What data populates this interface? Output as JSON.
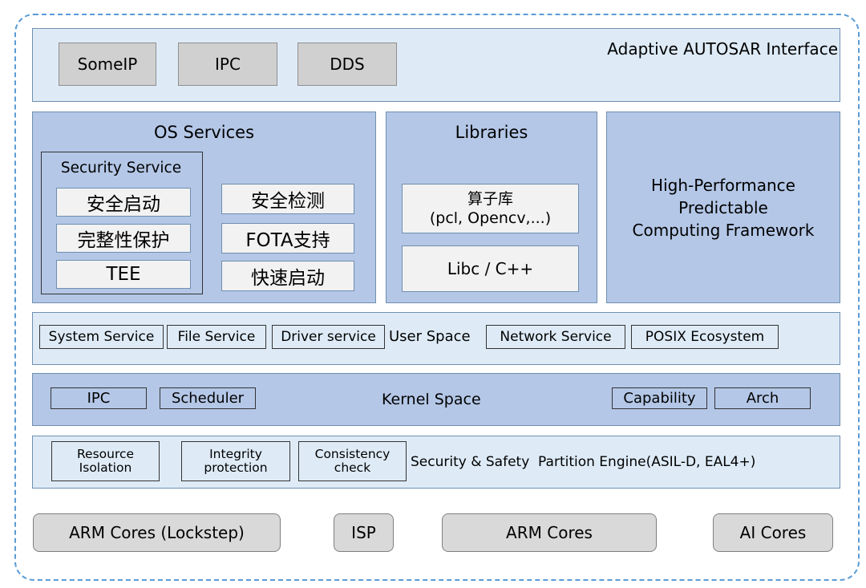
{
  "adaptive": {
    "title": "Adaptive AUTOSAR Interface",
    "protocols": [
      "SomeIP",
      "IPC",
      "DDS"
    ]
  },
  "os_services": {
    "title": "OS Services",
    "security_service": {
      "title": "Security Service",
      "items": [
        "安全启动",
        "完整性保护",
        "TEE"
      ]
    },
    "other_items": [
      "安全检测",
      "FOTA支持",
      "快速启动"
    ]
  },
  "libraries": {
    "title": "Libraries",
    "operator_lib": "算子库",
    "operator_lib_detail": "(pcl, Opencv,...)",
    "libc": "Libc / C++"
  },
  "hpc": {
    "line1": "High-Performance",
    "line2": "Predictable",
    "line3": "Computing Framework"
  },
  "user_space": {
    "label": "User Space",
    "left_items": [
      "System Service",
      "File Service",
      "Driver service"
    ],
    "right_items": [
      "Network Service",
      "POSIX Ecosystem"
    ]
  },
  "kernel_space": {
    "label": "Kernel Space",
    "left_items": [
      "IPC",
      "Scheduler"
    ],
    "right_items": [
      "Capability",
      "Arch"
    ]
  },
  "partition_engine": {
    "label": "Security & Safety  Partition Engine(ASIL-D, EAL4+)",
    "items": [
      {
        "line1": "Resource",
        "line2": "Isolation"
      },
      {
        "line1": "Integrity",
        "line2": "protection"
      },
      {
        "line1": "Consistency",
        "line2": "check"
      }
    ]
  },
  "hardware": [
    "ARM Cores (Lockstep)",
    "ISP",
    "ARM Cores",
    "AI Cores"
  ]
}
